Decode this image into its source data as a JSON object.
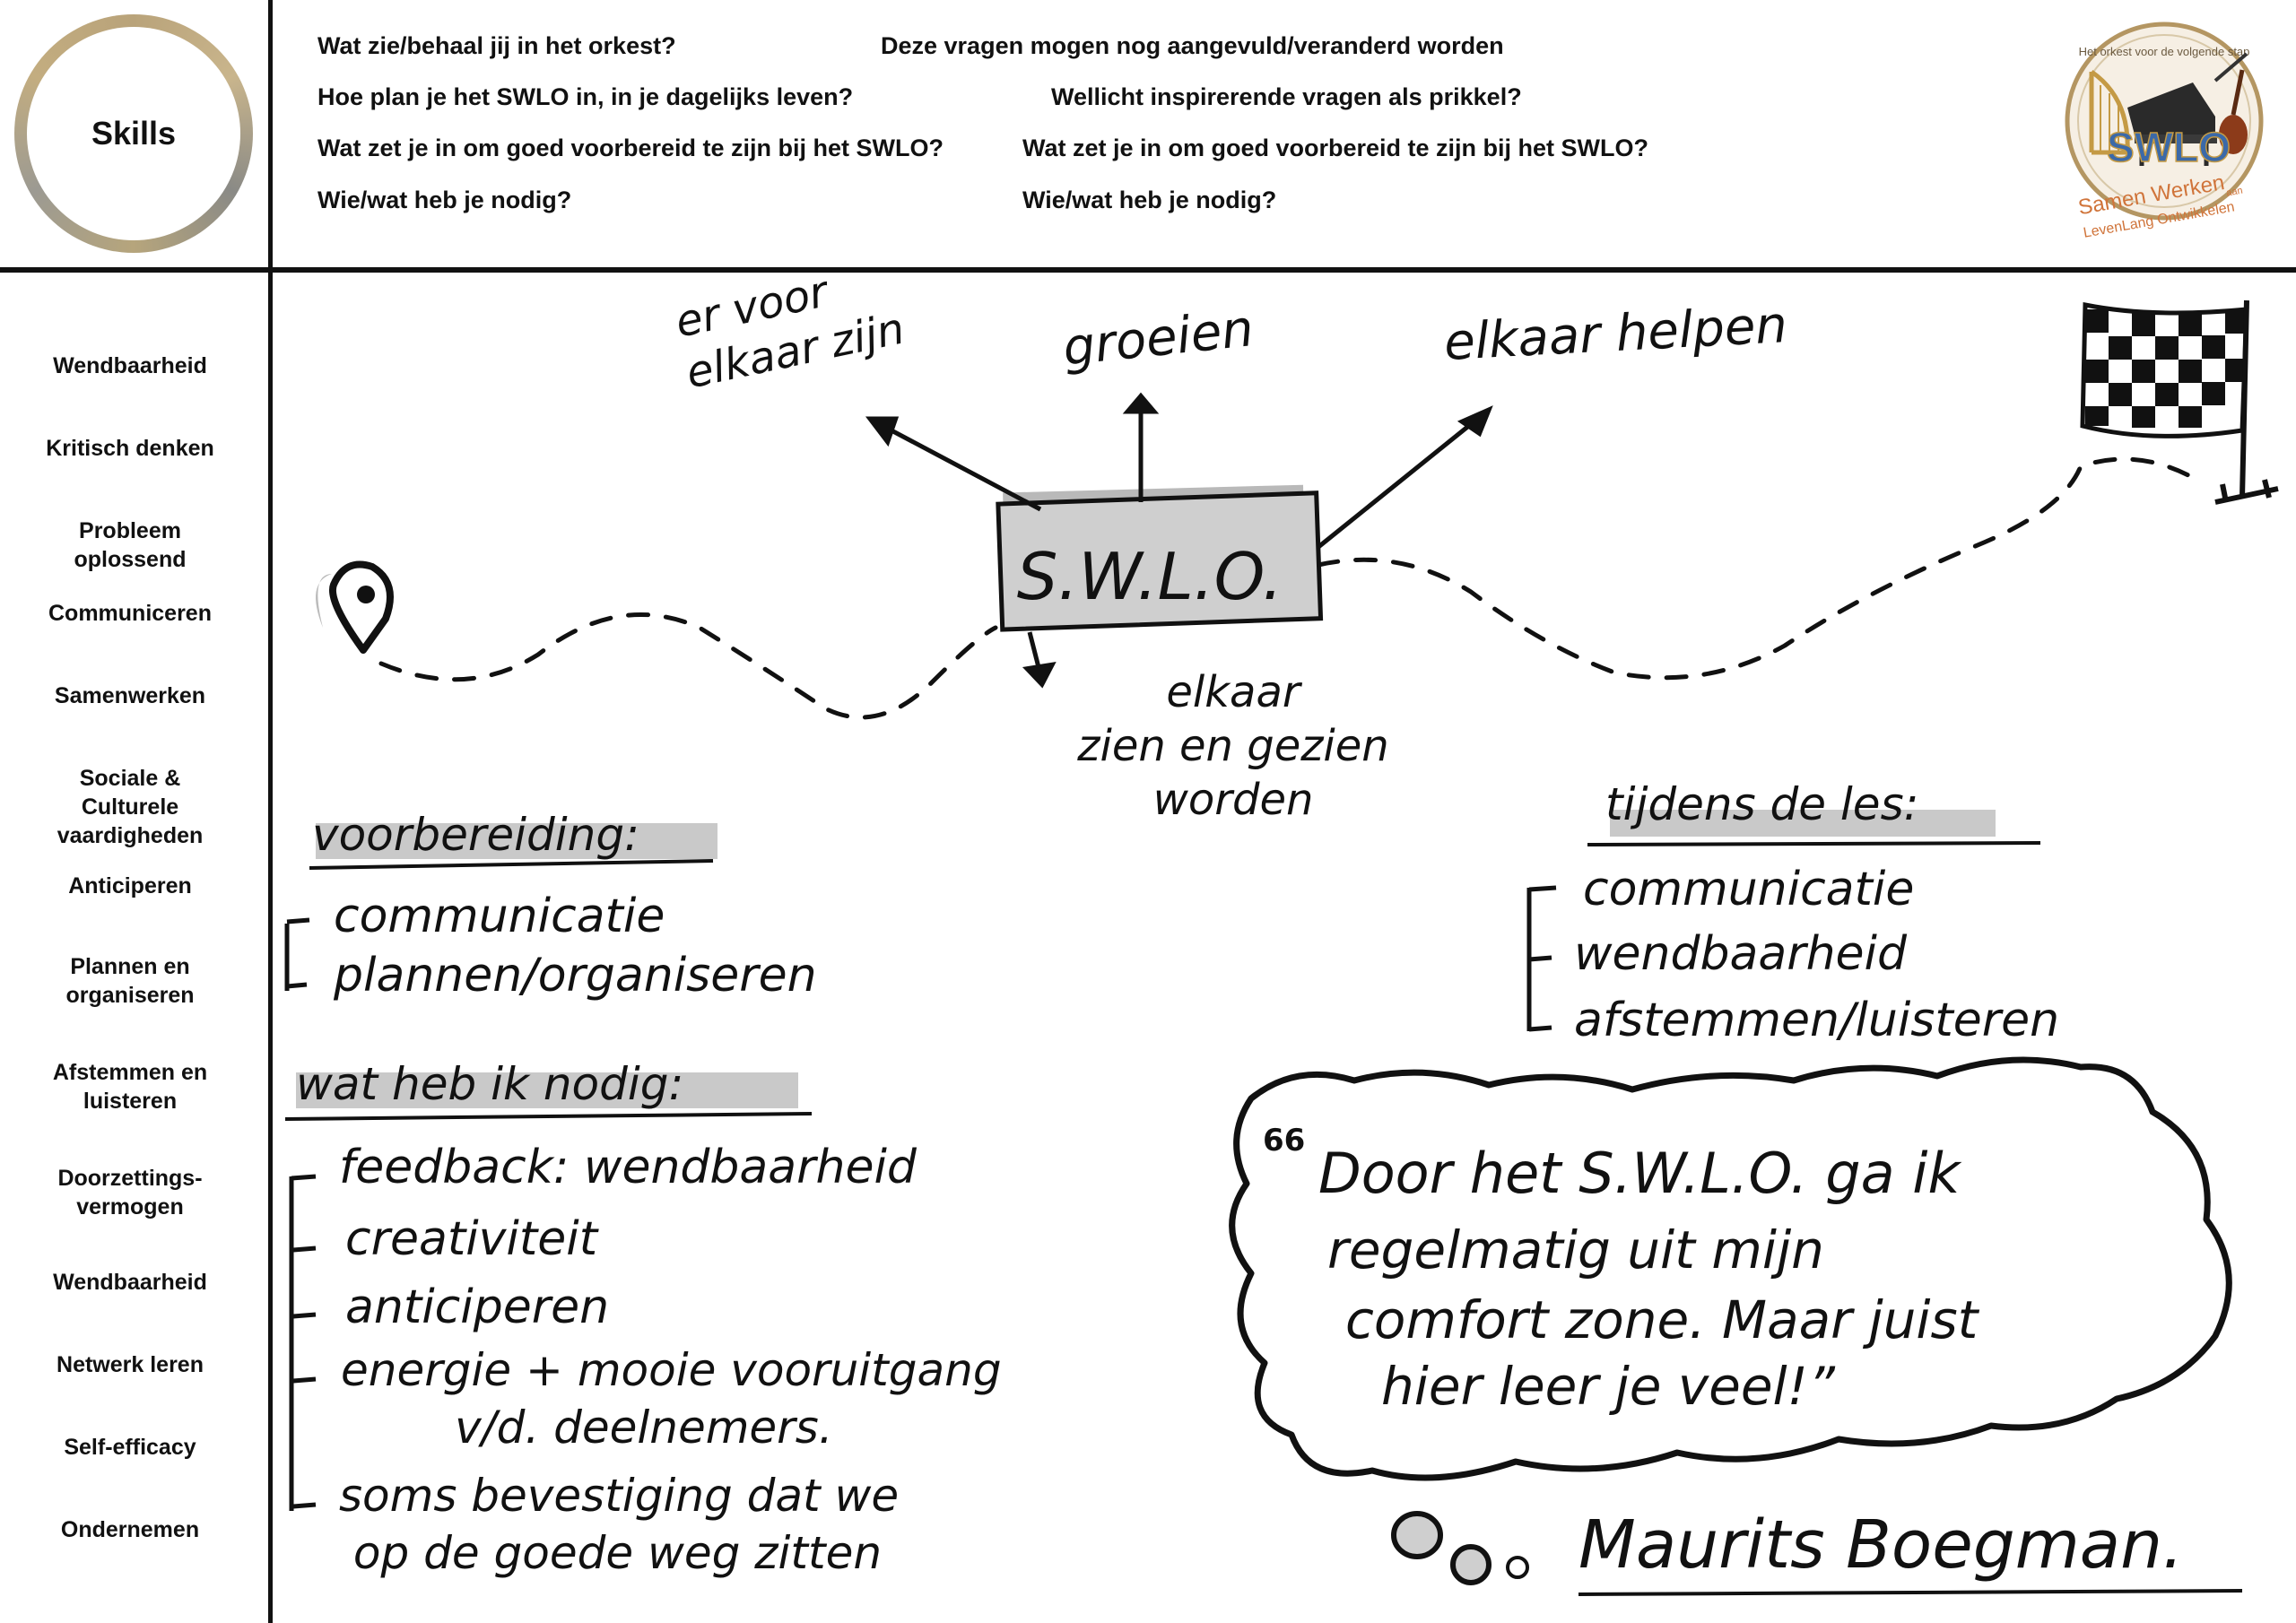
{
  "sidebar": {
    "title": "Skills",
    "items": [
      {
        "label": "Wendbaarheid"
      },
      {
        "label": "Kritisch denken"
      },
      {
        "label": "Probleem\noplossend"
      },
      {
        "label": "Communiceren"
      },
      {
        "label": "Samenwerken"
      },
      {
        "label": "Sociale &\nCulturele\nvaardigheden"
      },
      {
        "label": "Anticiperen"
      },
      {
        "label": "Plannen en\norganiseren"
      },
      {
        "label": "Afstemmen en\nluisteren"
      },
      {
        "label": "Doorzettings-\nvermogen"
      },
      {
        "label": "Wendbaarheid"
      },
      {
        "label": "Netwerk leren"
      },
      {
        "label": "Self-efficacy"
      },
      {
        "label": "Ondernemen"
      }
    ]
  },
  "header": {
    "questions_left": [
      "Wat zie/behaal jij  in het orkest?",
      "Hoe plan je het SWLO in, in je dagelijks leven?",
      "Wat zet je in om goed voorbereid te zijn bij het SWLO?",
      "Wie/wat heb je nodig?"
    ],
    "note": "Deze vragen mogen nog aangevuld/veranderd worden",
    "inspiring": "Wellicht inspirerende vragen als prikkel?",
    "questions_right": [
      "Wat zet je in om goed voorbereid te zijn bij het SWLO?",
      "Wie/wat heb je nodig?"
    ]
  },
  "logo": {
    "top_text": "Het orkest voor de volgende stap",
    "name": "SWLO",
    "tagline_1": "Samen Werken",
    "tagline_small": "aan",
    "tagline_2": "LevenLang Ontwikkelen"
  },
  "map": {
    "center": "S.W.L.O.",
    "arrows": {
      "left": "er voor\nelkaar zijn",
      "up": "groeien",
      "right": "elkaar helpen",
      "down": "elkaar\nzien en gezien\nworden"
    }
  },
  "sections": {
    "voorbereiding": {
      "title": "voorbereiding:",
      "items": [
        "communicatie",
        "plannen/organiseren"
      ]
    },
    "nodig": {
      "title": "wat heb ik nodig:",
      "items": [
        "feedback: wendbaarheid",
        "creativiteit",
        "anticiperen",
        "energie + mooie vooruitgang\n        v/d. deelnemers.",
        "soms bevestiging dat we\n op de goede weg zitten"
      ]
    },
    "tijdens": {
      "title": "tijdens de les:",
      "items": [
        "communicatie",
        "wendbaarheid",
        "afstemmen/luisteren"
      ]
    }
  },
  "quote": {
    "open_mark": "66",
    "lines": [
      "Door het S.W.L.O. ga ik",
      "regelmatig uit mijn",
      "comfort zone. Maar juist",
      "hier leer je veel!”"
    ],
    "author": "Maurits Boegman."
  },
  "colors": {
    "ink": "#111111",
    "highlight": "#c9c9c9",
    "box_fill": "#cfcfcf",
    "shadow": "#b0b0b0"
  }
}
